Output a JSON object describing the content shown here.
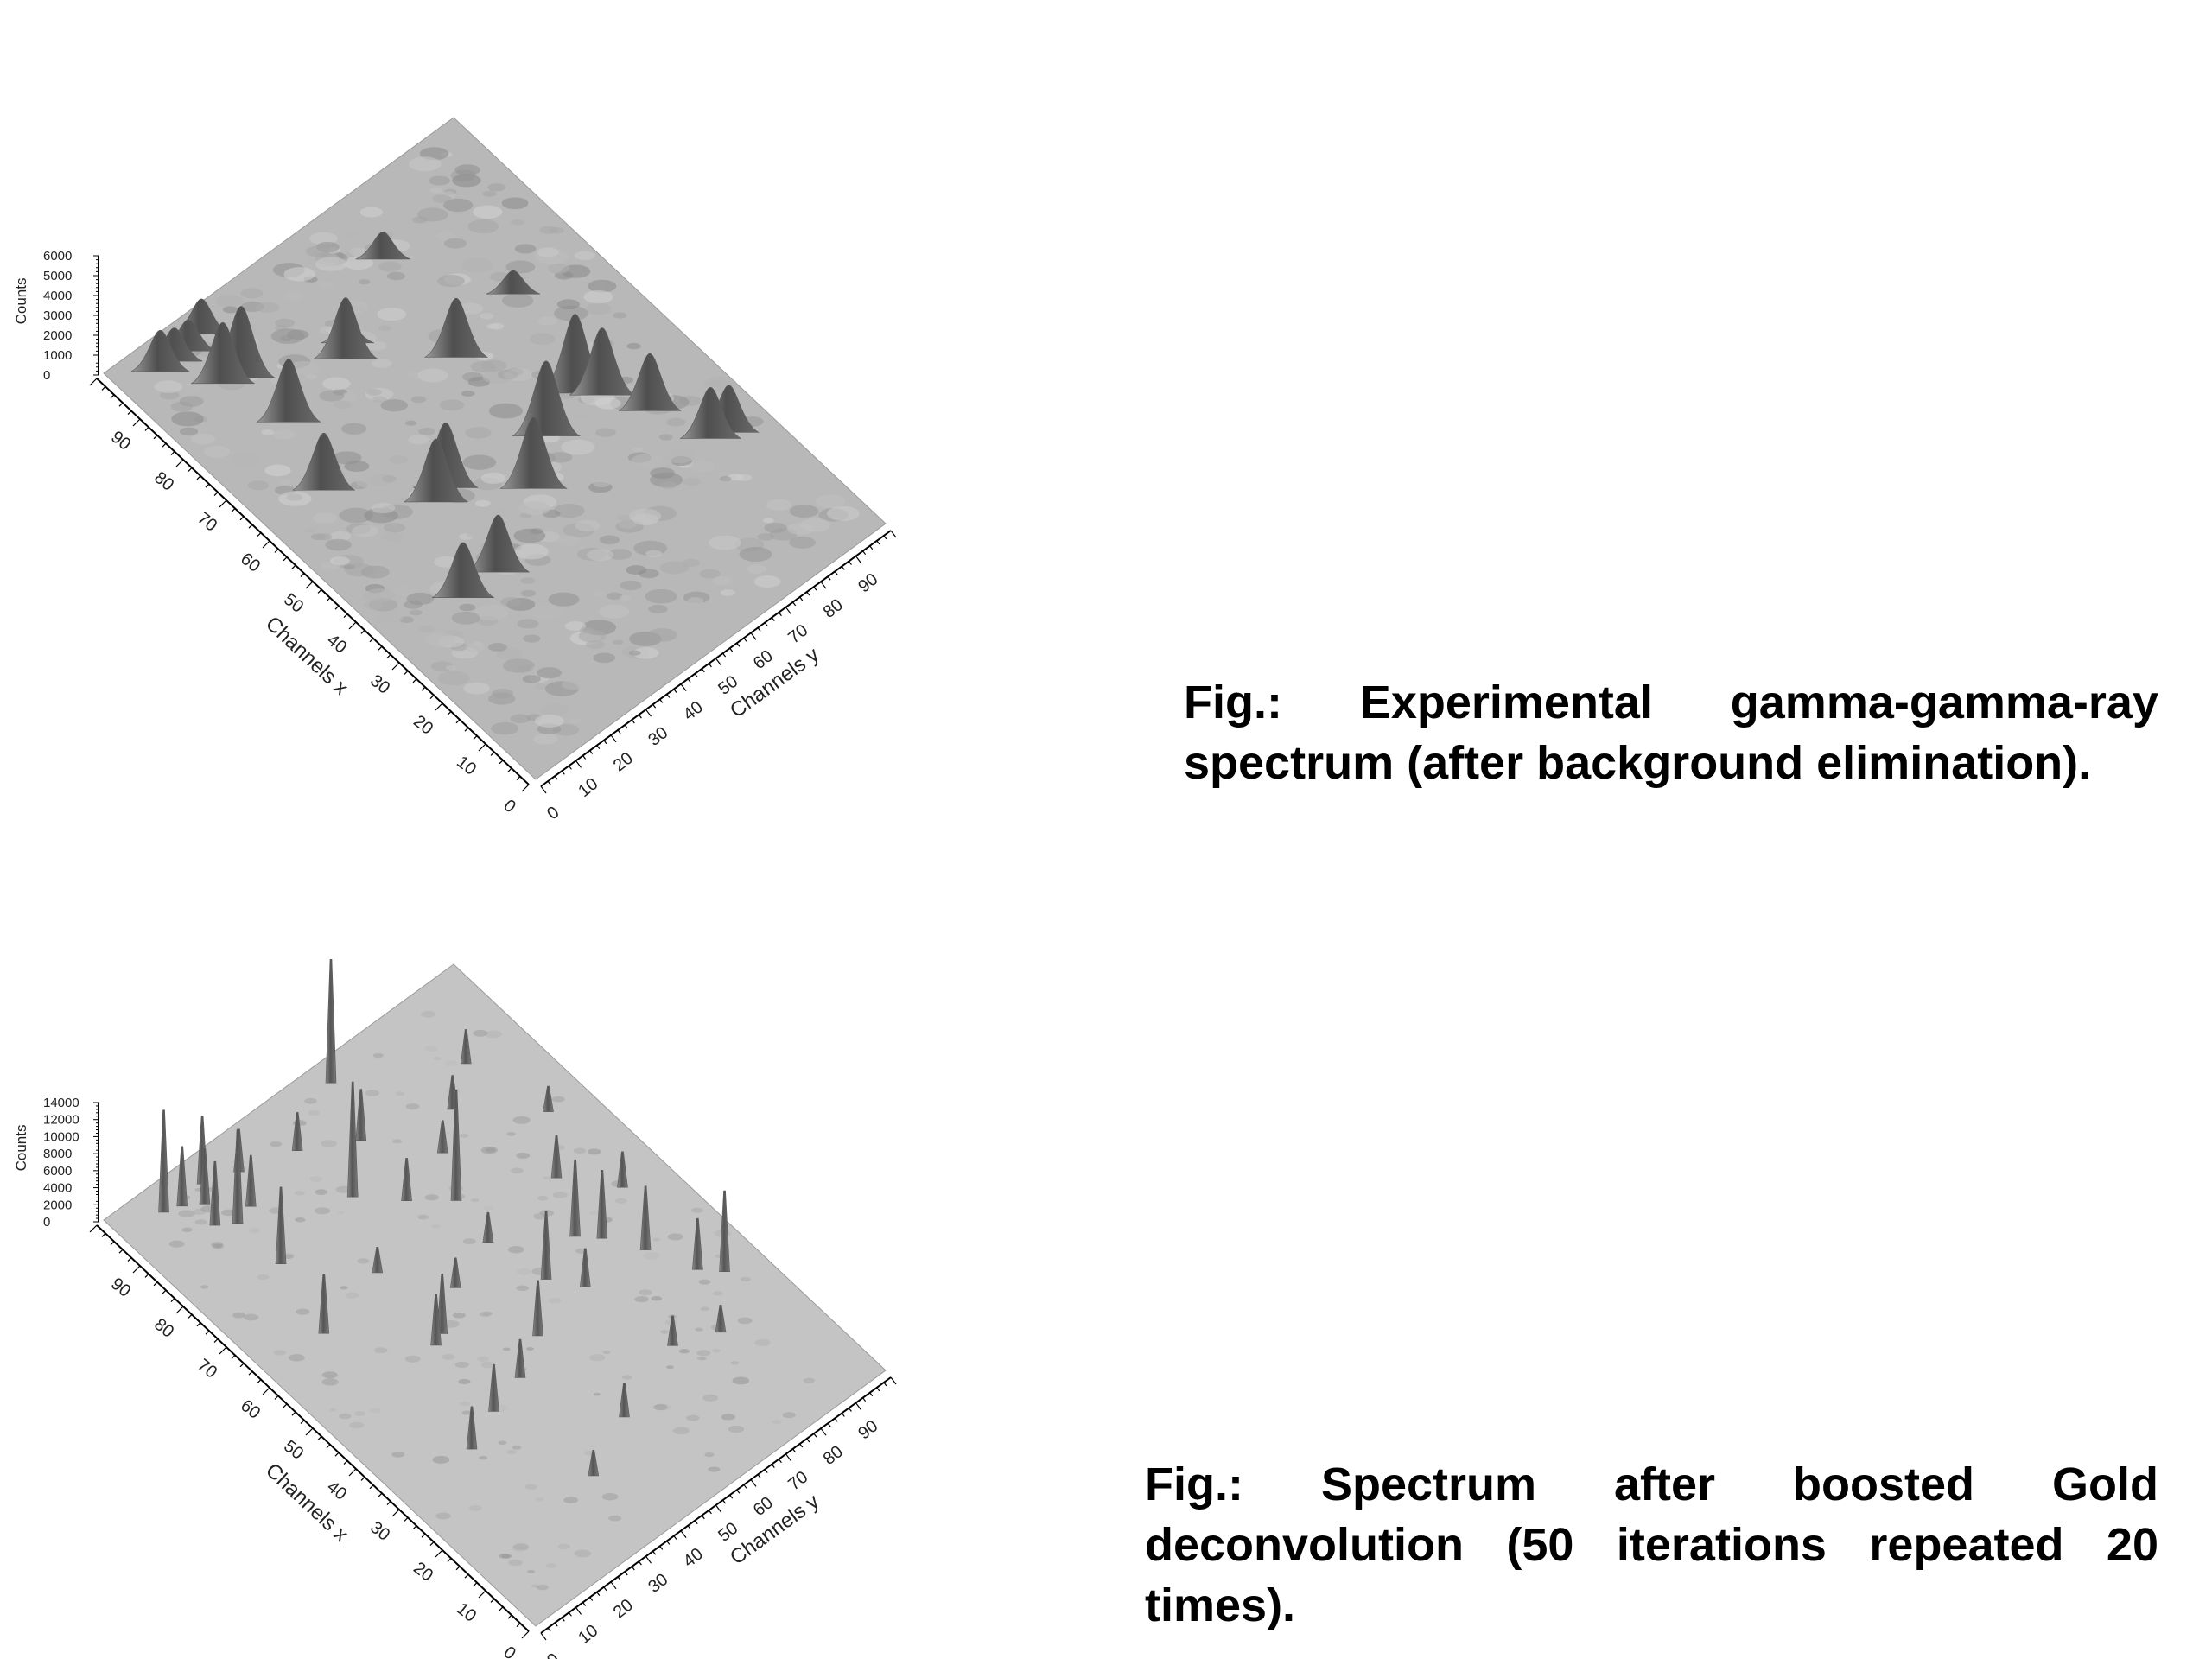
{
  "chart_data": [
    {
      "type": "surface3d",
      "caption": "Fig.: Experimental gamma-gamma-ray spectrum (after background elimination).",
      "xlabel": "Channels x",
      "ylabel": "Channels y",
      "zlabel": "Counts",
      "x_ticks": [
        0,
        10,
        20,
        30,
        40,
        50,
        60,
        70,
        80,
        90
      ],
      "y_ticks": [
        0,
        10,
        20,
        30,
        40,
        50,
        60,
        70,
        80,
        90
      ],
      "z_ticks": [
        0,
        1000,
        2000,
        3000,
        4000,
        5000,
        6000
      ],
      "xlim": [
        0,
        100
      ],
      "ylim": [
        0,
        100
      ],
      "zlim": [
        0,
        6000
      ],
      "surface_color": "#b8b8b8",
      "peaks": [
        {
          "x": 95,
          "y": 10,
          "z": 1900
        },
        {
          "x": 95,
          "y": 14,
          "z": 1500
        },
        {
          "x": 95,
          "y": 18,
          "z": 1400
        },
        {
          "x": 96,
          "y": 23,
          "z": 1600
        },
        {
          "x": 87,
          "y": 18,
          "z": 2900
        },
        {
          "x": 86,
          "y": 22,
          "z": 3400
        },
        {
          "x": 75,
          "y": 22,
          "z": 3000
        },
        {
          "x": 62,
          "y": 16,
          "z": 2700
        },
        {
          "x": 78,
          "y": 42,
          "z": 2900
        },
        {
          "x": 67,
          "y": 60,
          "z": 2800
        },
        {
          "x": 49,
          "y": 32,
          "z": 3000
        },
        {
          "x": 50,
          "y": 36,
          "z": 3100
        },
        {
          "x": 33,
          "y": 20,
          "z": 2600
        },
        {
          "x": 33,
          "y": 30,
          "z": 2700
        },
        {
          "x": 41,
          "y": 50,
          "z": 3400
        },
        {
          "x": 47,
          "y": 61,
          "z": 3600
        },
        {
          "x": 50,
          "y": 73,
          "z": 3800
        },
        {
          "x": 47,
          "y": 77,
          "z": 3200
        },
        {
          "x": 40,
          "y": 82,
          "z": 2700
        },
        {
          "x": 30,
          "y": 87,
          "z": 2400
        },
        {
          "x": 29,
          "y": 91,
          "z": 2200
        },
        {
          "x": 88,
          "y": 65,
          "z": 1200
        },
        {
          "x": 70,
          "y": 80,
          "z": 1000
        },
        {
          "x": 80,
          "y": 45,
          "z": 900
        }
      ]
    },
    {
      "type": "surface3d",
      "caption": "Fig.: Spectrum after boosted Gold deconvolution (50 iterations repeated 20 times).",
      "xlabel": "Channels x",
      "ylabel": "Channels y",
      "zlabel": "Counts",
      "x_ticks": [
        0,
        10,
        20,
        30,
        40,
        50,
        60,
        70,
        80,
        90
      ],
      "y_ticks": [
        0,
        10,
        20,
        30,
        40,
        50,
        60,
        70,
        80,
        90
      ],
      "z_ticks": [
        0,
        2000,
        4000,
        6000,
        8000,
        10000,
        12000,
        14000
      ],
      "xlim": [
        0,
        100
      ],
      "ylim": [
        0,
        100
      ],
      "zlim": [
        0,
        14000
      ],
      "surface_color": "#c4c4c4",
      "peaks": [
        {
          "x": 95,
          "y": 11,
          "z": 12000
        },
        {
          "x": 94,
          "y": 15,
          "z": 7000
        },
        {
          "x": 92,
          "y": 19,
          "z": 6500
        },
        {
          "x": 95,
          "y": 22,
          "z": 8000
        },
        {
          "x": 88,
          "y": 17,
          "z": 7500
        },
        {
          "x": 86,
          "y": 21,
          "z": 11000
        },
        {
          "x": 87,
          "y": 26,
          "z": 6000
        },
        {
          "x": 76,
          "y": 21,
          "z": 9000
        },
        {
          "x": 62,
          "y": 16,
          "z": 7000
        },
        {
          "x": 93,
          "y": 30,
          "z": 5000
        },
        {
          "x": 96,
          "y": 60,
          "z": 14500
        },
        {
          "x": 78,
          "y": 44,
          "z": 13500
        },
        {
          "x": 85,
          "y": 55,
          "z": 6000
        },
        {
          "x": 67,
          "y": 60,
          "z": 13000
        },
        {
          "x": 72,
          "y": 52,
          "z": 5000
        },
        {
          "x": 50,
          "y": 35,
          "z": 7000
        },
        {
          "x": 49,
          "y": 32,
          "z": 6000
        },
        {
          "x": 40,
          "y": 50,
          "z": 6500
        },
        {
          "x": 47,
          "y": 61,
          "z": 8000
        },
        {
          "x": 50,
          "y": 73,
          "z": 9000
        },
        {
          "x": 47,
          "y": 77,
          "z": 8000
        },
        {
          "x": 41,
          "y": 82,
          "z": 7500
        },
        {
          "x": 33,
          "y": 87,
          "z": 6000
        },
        {
          "x": 30,
          "y": 91,
          "z": 9500
        },
        {
          "x": 31,
          "y": 20,
          "z": 5000
        },
        {
          "x": 34,
          "y": 30,
          "z": 5500
        },
        {
          "x": 36,
          "y": 40,
          "z": 4500
        },
        {
          "x": 20,
          "y": 50,
          "z": 4000
        },
        {
          "x": 60,
          "y": 80,
          "z": 5000
        },
        {
          "x": 80,
          "y": 75,
          "z": 4000
        },
        {
          "x": 90,
          "y": 43,
          "z": 4500
        },
        {
          "x": 55,
          "y": 45,
          "z": 3500
        },
        {
          "x": 65,
          "y": 35,
          "z": 3000
        },
        {
          "x": 25,
          "y": 70,
          "z": 3500
        },
        {
          "x": 70,
          "y": 90,
          "z": 3000
        },
        {
          "x": 15,
          "y": 35,
          "z": 3000
        },
        {
          "x": 85,
          "y": 85,
          "z": 4000
        },
        {
          "x": 42,
          "y": 66,
          "z": 4500
        },
        {
          "x": 58,
          "y": 58,
          "z": 3500
        },
        {
          "x": 75,
          "y": 66,
          "z": 3800
        },
        {
          "x": 52,
          "y": 89,
          "z": 4200
        },
        {
          "x": 22,
          "y": 80,
          "z": 3200
        }
      ]
    }
  ]
}
